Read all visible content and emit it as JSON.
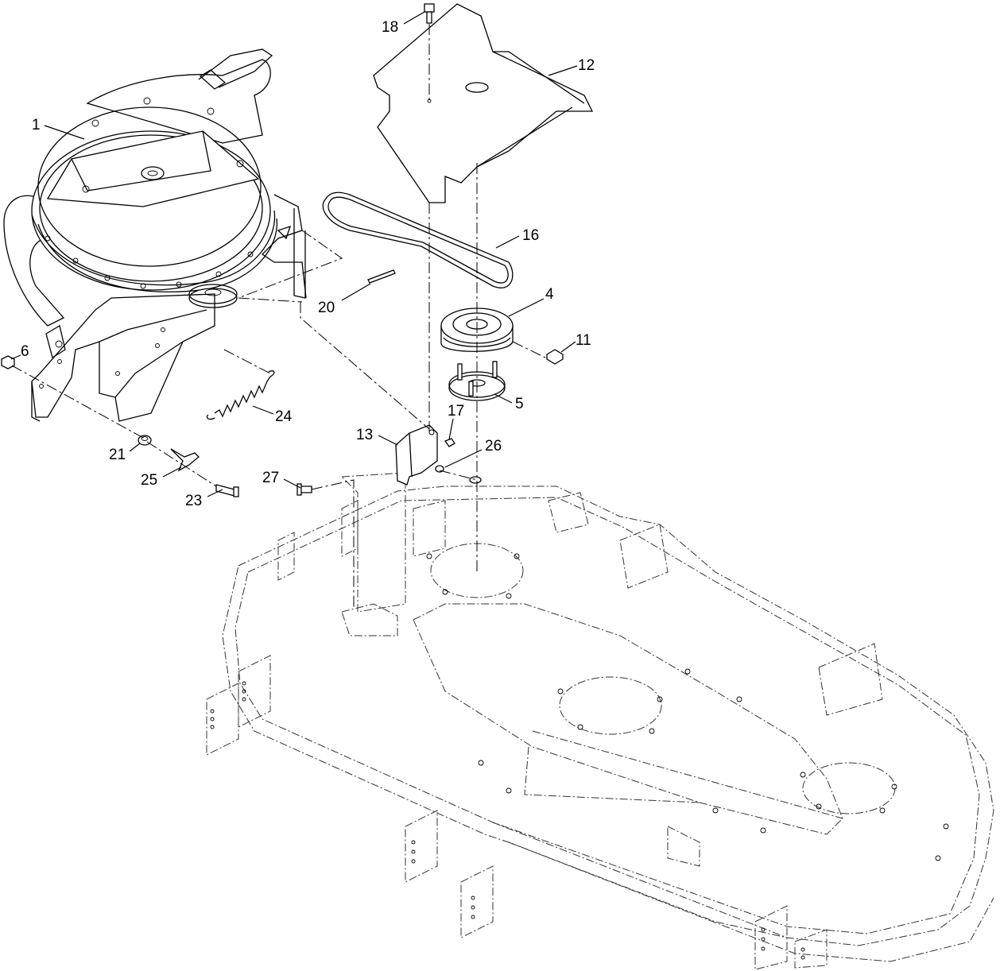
{
  "callouts": [
    {
      "id": "c1",
      "text": "1"
    },
    {
      "id": "c4",
      "text": "4"
    },
    {
      "id": "c5",
      "text": "5"
    },
    {
      "id": "c6",
      "text": "6"
    },
    {
      "id": "c11",
      "text": "11"
    },
    {
      "id": "c12",
      "text": "12"
    },
    {
      "id": "c13",
      "text": "13"
    },
    {
      "id": "c16",
      "text": "16"
    },
    {
      "id": "c17",
      "text": "17"
    },
    {
      "id": "c18",
      "text": "18"
    },
    {
      "id": "c20",
      "text": "20"
    },
    {
      "id": "c21",
      "text": "21"
    },
    {
      "id": "c23",
      "text": "23"
    },
    {
      "id": "c24",
      "text": "24"
    },
    {
      "id": "c25",
      "text": "25"
    },
    {
      "id": "c26",
      "text": "26"
    },
    {
      "id": "c27",
      "text": "27"
    }
  ]
}
